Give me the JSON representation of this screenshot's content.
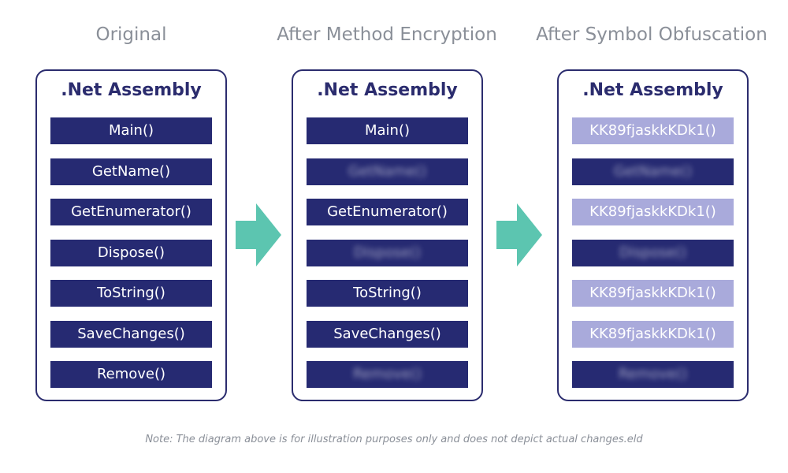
{
  "columns": [
    {
      "title": "Original",
      "panel_title": ".Net Assembly",
      "methods": [
        {
          "label": "Main()",
          "style": "dark",
          "blurred": false
        },
        {
          "label": "GetName()",
          "style": "dark",
          "blurred": false
        },
        {
          "label": "GetEnumerator()",
          "style": "dark",
          "blurred": false
        },
        {
          "label": "Dispose()",
          "style": "dark",
          "blurred": false
        },
        {
          "label": "ToString()",
          "style": "dark",
          "blurred": false
        },
        {
          "label": "SaveChanges()",
          "style": "dark",
          "blurred": false
        },
        {
          "label": "Remove()",
          "style": "dark",
          "blurred": false
        }
      ]
    },
    {
      "title": "After Method Encryption",
      "panel_title": ".Net Assembly",
      "methods": [
        {
          "label": "Main()",
          "style": "dark",
          "blurred": false
        },
        {
          "label": "GetName()",
          "style": "dark",
          "blurred": true
        },
        {
          "label": "GetEnumerator()",
          "style": "dark",
          "blurred": false
        },
        {
          "label": "Dispose()",
          "style": "dark",
          "blurred": true
        },
        {
          "label": "ToString()",
          "style": "dark",
          "blurred": false
        },
        {
          "label": "SaveChanges()",
          "style": "dark",
          "blurred": false
        },
        {
          "label": "Remove()",
          "style": "dark",
          "blurred": true
        }
      ]
    },
    {
      "title": "After Symbol Obfuscation",
      "panel_title": ".Net Assembly",
      "methods": [
        {
          "label": "KK89fjaskkKDk1()",
          "style": "light",
          "blurred": false
        },
        {
          "label": "GetName()",
          "style": "dark",
          "blurred": true
        },
        {
          "label": "KK89fjaskkKDk1()",
          "style": "light",
          "blurred": false
        },
        {
          "label": "Dispose()",
          "style": "dark",
          "blurred": true
        },
        {
          "label": "KK89fjaskkKDk1()",
          "style": "light",
          "blurred": false
        },
        {
          "label": "KK89fjaskkKDk1()",
          "style": "light",
          "blurred": false
        },
        {
          "label": "Remove()",
          "style": "dark",
          "blurred": true
        }
      ]
    }
  ],
  "note": "Note: The diagram above is for illustration purposes only and does not depict actual changes.eld",
  "colors": {
    "panel_border": "#2b2c6e",
    "method_dark": "#262a72",
    "method_light": "#a9aadb",
    "arrow": "#5cc5b0",
    "muted_text": "#8a8f98"
  }
}
